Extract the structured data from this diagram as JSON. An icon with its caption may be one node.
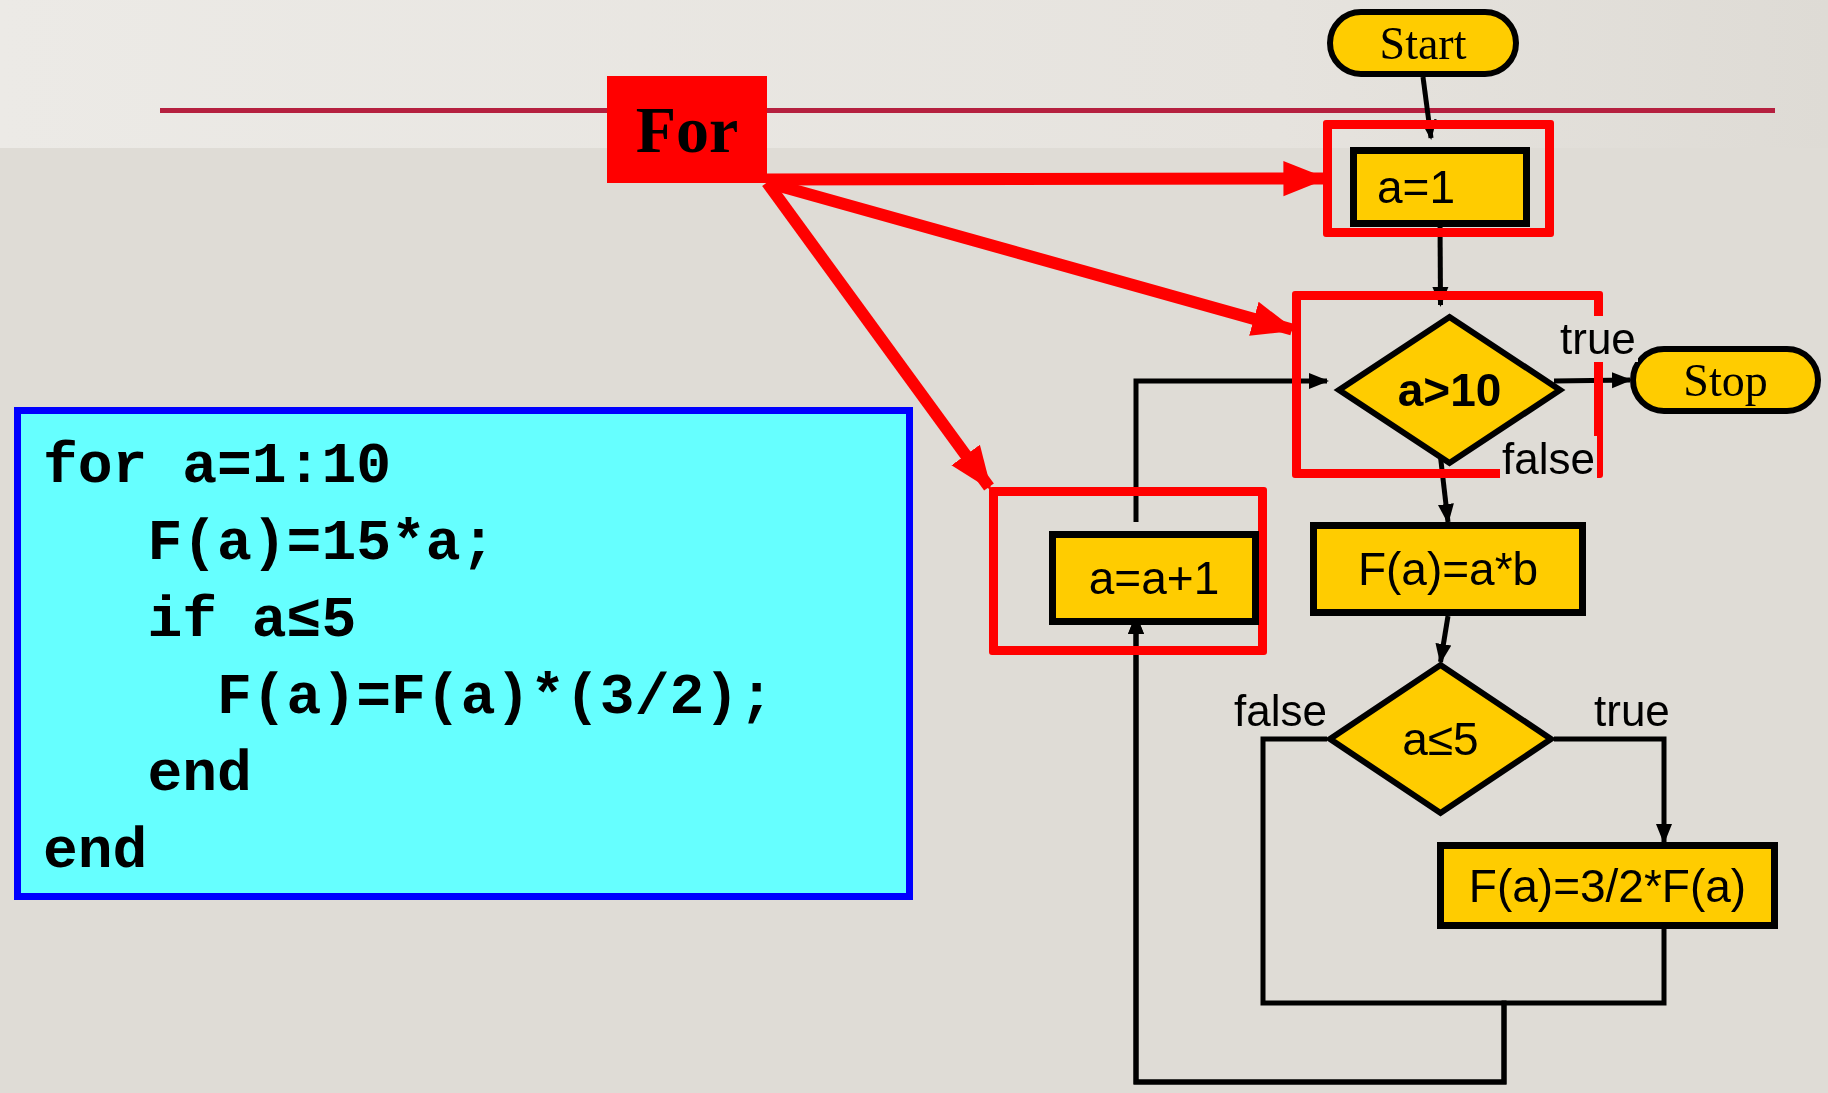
{
  "diagram": {
    "nodes": [
      {
        "text": [
          "For"
        ]
      },
      {
        "text": [
          "for a=1:10",
          "F(a)=15*a;",
          "if a≤5",
          "F(a)=F(a)*(3/2);",
          "end",
          "end"
        ]
      },
      {
        "text": [
          "Start"
        ]
      },
      {
        "text": [],
        "shape": "box"
      },
      {
        "text": [
          "a=1"
        ],
        "in": 3
      },
      {
        "text": [],
        "shape": "box"
      },
      {
        "text": [
          "a>10"
        ],
        "in": 5
      },
      {
        "text": [
          "Stop"
        ]
      },
      {
        "text": [],
        "shape": "box"
      },
      {
        "text": [
          "a=a+1"
        ],
        "in": 8
      },
      {
        "text": [
          "F(a)=a*b"
        ]
      },
      {
        "text": [
          "a≤5"
        ]
      },
      {
        "text": [
          "F(a)=3/2*F(a)"
        ]
      }
    ],
    "edges": [
      {
        "from": 2,
        "to": 4,
        "arrow": "to"
      },
      {
        "from": 4,
        "to": 6,
        "arrow": "to"
      },
      {
        "from": 6,
        "to": 7,
        "arrow": "to",
        "label": "true"
      },
      {
        "from": 6,
        "to": 10,
        "arrow": "to",
        "label": "false"
      },
      {
        "from": 10,
        "to": 11,
        "arrow": "to"
      },
      {
        "from": 11,
        "to": 12,
        "arrow": "to",
        "label": "true"
      },
      {
        "from": 11,
        "to": 9,
        "arrow": "to",
        "label": "false"
      },
      {
        "from": 12,
        "to": 9,
        "arrow": "to"
      },
      {
        "from": 9,
        "to": 6,
        "arrow": "to"
      },
      {
        "from": 0,
        "to": 3,
        "arrow": "to",
        "style": "thick",
        "color": "#ff0000"
      },
      {
        "from": 0,
        "to": 5,
        "arrow": "to",
        "style": "thick",
        "color": "#ff0000"
      },
      {
        "from": 0,
        "to": 8,
        "arrow": "to",
        "style": "thick",
        "color": "#ff0000"
      }
    ]
  }
}
